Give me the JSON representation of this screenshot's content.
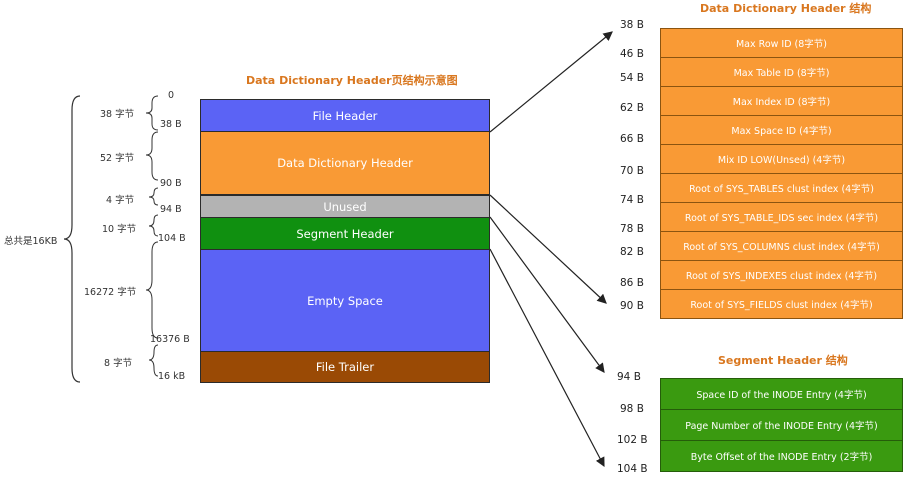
{
  "layout_title": "Data Dictionary Header页结构示意图",
  "total_label": "总共是16KB",
  "page_blocks": [
    {
      "name": "file-header",
      "label": "File Header",
      "color": "#5b63f5"
    },
    {
      "name": "data-dictionary-header",
      "label": "Data Dictionary Header",
      "color": "#f99a35"
    },
    {
      "name": "unused",
      "label": "Unused",
      "color": "#b3b3b3"
    },
    {
      "name": "segment-header",
      "label": "Segment Header",
      "color": "#109010"
    },
    {
      "name": "empty-space",
      "label": "Empty Space",
      "color": "#5b63f5"
    },
    {
      "name": "file-trailer",
      "label": "File Trailer",
      "color": "#9a4a05"
    }
  ],
  "offsets": [
    "0",
    "38 B",
    "90 B",
    "94 B",
    "104 B",
    "16376 B",
    "16 kB"
  ],
  "sizes": [
    "38 字节",
    "52 字节",
    "4 字节",
    "10 字节",
    "16272 字节",
    "8 字节"
  ],
  "ddh_detail": {
    "title": "Data Dictionary Header 结构",
    "offsets": [
      "38 B",
      "46 B",
      "54 B",
      "62 B",
      "66 B",
      "70 B",
      "74 B",
      "78 B",
      "82 B",
      "86 B",
      "90 B"
    ],
    "rows": [
      "Max Row ID (8字节)",
      "Max Table ID (8字节)",
      "Max Index ID (8字节)",
      "Max Space ID (4字节)",
      "Mix ID LOW(Unsed) (4字节)",
      "Root of SYS_TABLES clust index (4字节)",
      "Root of SYS_TABLE_IDS sec index (4字节)",
      "Root of SYS_COLUMNS clust index (4字节)",
      "Root of SYS_INDEXES clust index (4字节)",
      "Root of SYS_FIELDS clust index (4字节)"
    ]
  },
  "seg_detail": {
    "title": "Segment Header 结构",
    "offsets": [
      "94 B",
      "98 B",
      "102 B",
      "104 B"
    ],
    "rows": [
      "Space ID of the INODE Entry (4字节)",
      "Page Number of the INODE Entry (4字节)",
      "Byte Offset of the INODE Entry (2字节)"
    ]
  }
}
